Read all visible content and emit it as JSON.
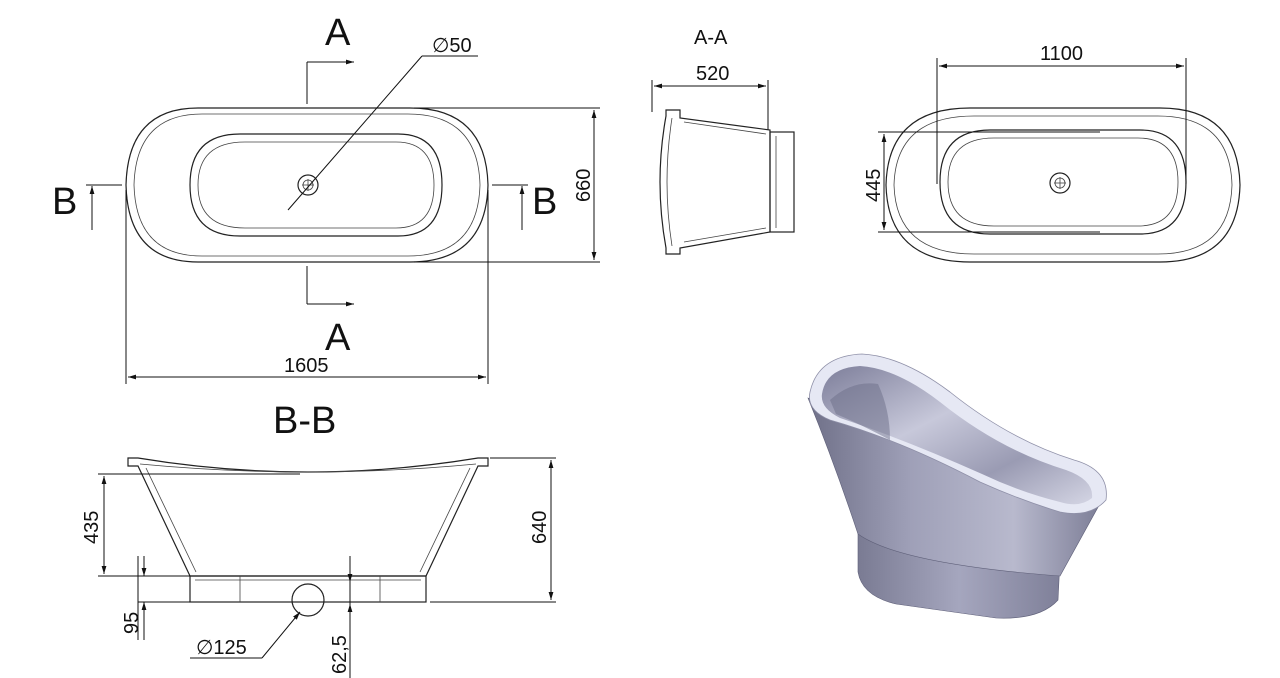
{
  "section_labels": {
    "a_top": "A",
    "a_bottom": "A",
    "b_left": "B",
    "b_right": "B",
    "aa_title": "A-A",
    "bb_title": "B-B"
  },
  "dimensions": {
    "drain_diameter": "∅50",
    "length_overall": "1605",
    "width_overall": "660",
    "aa_width": "520",
    "inner_length": "1100",
    "inner_width": "445",
    "bb_height_total": "640",
    "bb_depth": "435",
    "base_height": "95",
    "drain_hole": "∅125",
    "drain_offset": "62,5"
  },
  "colors": {
    "line": "#222222",
    "render_body": "#8d8ea6",
    "render_rim": "#e6e8f4",
    "render_base": "#9c9cb4"
  }
}
